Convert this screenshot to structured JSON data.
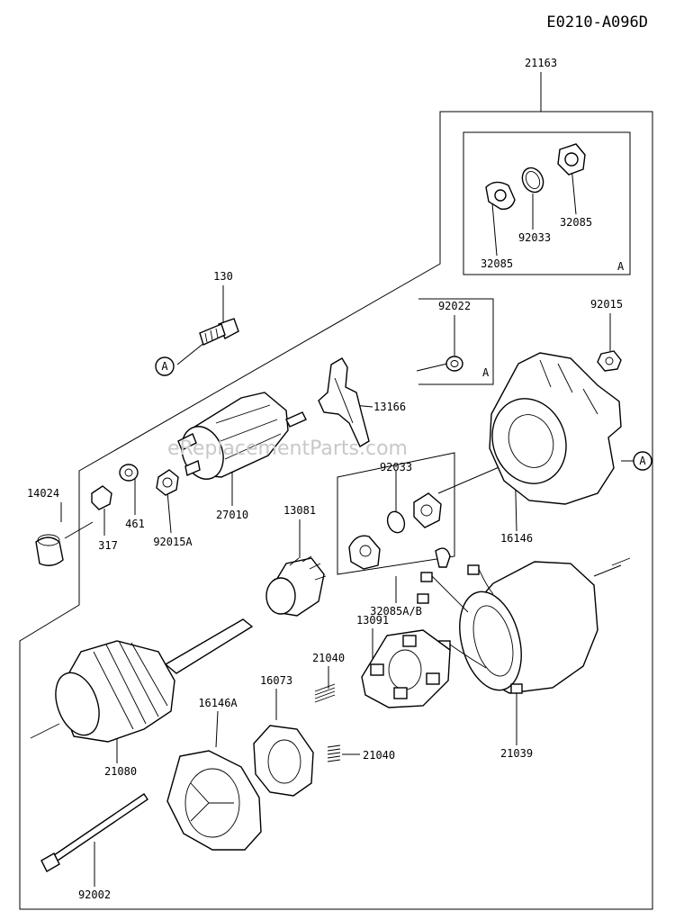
{
  "diagram_code": "E0210-A096D",
  "watermark": "eReplacementParts.com",
  "callout_letter": "A",
  "parts": {
    "p21163": "21163",
    "p32085_a": "32085",
    "p92033_a": "92033",
    "p32085_b": "32085",
    "p130": "130",
    "p92022": "92022",
    "p92015": "92015",
    "p13166": "13166",
    "p14024": "14024",
    "p461": "461",
    "p317": "317",
    "p92015A": "92015A",
    "p27010": "27010",
    "p13081": "13081",
    "p92033_b": "92033",
    "p16146": "16146",
    "p32085AB": "32085A/B",
    "p13091": "13091",
    "p21040_a": "21040",
    "p16073": "16073",
    "p16146A": "16146A",
    "p21040_b": "21040",
    "p21080": "21080",
    "p21039": "21039",
    "p92002": "92002"
  }
}
